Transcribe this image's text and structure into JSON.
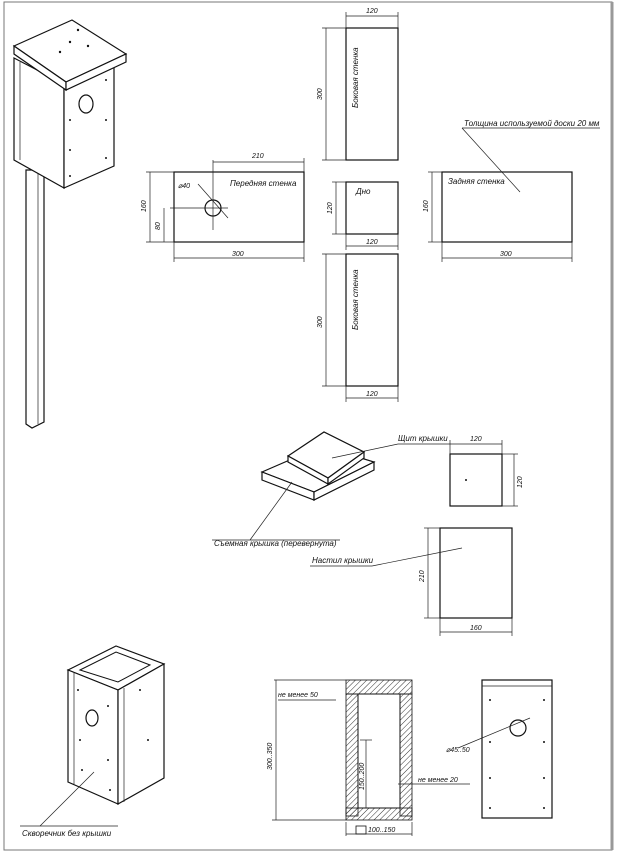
{
  "labels": {
    "front_wall": "Передняя стенка",
    "side_wall_top": "Боковая стенка",
    "side_wall_bottom": "Боковая стенка",
    "bottom": "Дно",
    "back_wall": "Задняя стенка",
    "board_thickness": "Толщина используемой доски 20 мм",
    "roof_shield": "Щит крышки",
    "removable_lid": "Съемная крышка (перевернута)",
    "lid_deck": "Настил крышки",
    "frame_no_lid": "Скворечник без крышки"
  },
  "dims": {
    "front_hole_dia": "⌀40",
    "front_210": "210",
    "front_160": "160",
    "front_80": "80",
    "front_300": "300",
    "side_top_120": "120",
    "side_top_300": "300",
    "bottom_120_v": "120",
    "bottom_120_h": "120",
    "back_160": "160",
    "back_300": "300",
    "side_bot_300": "300",
    "side_bot_120": "120",
    "shield_120_h": "120",
    "shield_120_v": "120",
    "deck_210": "210",
    "deck_160": "160",
    "sect_min50": "не менее 50",
    "sect_300_350": "300..350",
    "sect_150_200": "150..200",
    "sect_min20": "не менее 20",
    "sect_bottom": "100..150",
    "front_hole_45": "⌀45..50"
  }
}
